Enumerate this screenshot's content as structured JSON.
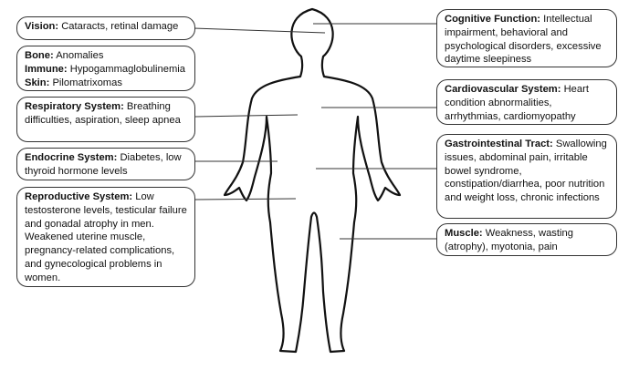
{
  "boxes": {
    "vision": {
      "title": "Vision:",
      "text": "Cataracts, retinal damage"
    },
    "bone_immune_skin": {
      "bone_title": "Bone:",
      "bone_text": "Anomalies",
      "immune_title": "Immune:",
      "immune_text": "Hypogammaglobulinemia",
      "skin_title": "Skin:",
      "skin_text": "Pilomatrixomas"
    },
    "respiratory": {
      "title": "Respiratory System:",
      "text": "Breathing difficulties, aspiration, sleep apnea"
    },
    "endocrine": {
      "title": "Endocrine System:",
      "text": "Diabetes, low thyroid hormone levels"
    },
    "reproductive": {
      "title": "Reproductive System:",
      "text": "Low testosterone levels, testicular failure and gonadal atrophy in men. Weakened uterine muscle, pregnancy-related complications, and gynecological problems in women."
    },
    "cognitive": {
      "title": "Cognitive Function:",
      "text": "Intellectual impairment, behavioral and psychological disorders, excessive daytime sleepiness"
    },
    "cardiovascular": {
      "title": "Cardiovascular System:",
      "text": "Heart condition abnormalities, arrhythmias, cardiomyopathy"
    },
    "gastrointestinal": {
      "title": "Gastrointestinal Tract:",
      "text": "Swallowing issues, abdominal pain, irritable bowel syndrome, constipation/diarrhea, poor nutrition and weight loss, chronic infections"
    },
    "muscle": {
      "title": "Muscle:",
      "text": "Weakness, wasting (atrophy), myotonia, pain"
    }
  }
}
